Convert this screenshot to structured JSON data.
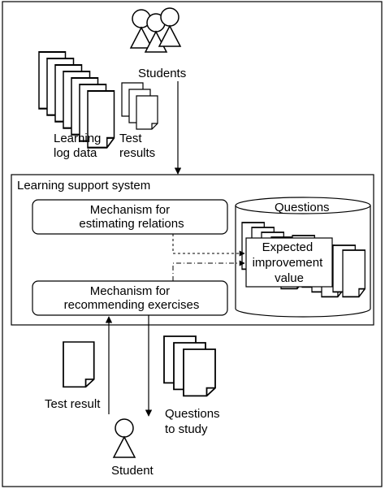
{
  "labels": {
    "students": "Students",
    "learning_log_data": [
      "Learning",
      "log data"
    ],
    "test_results": [
      "Test",
      "results"
    ],
    "system_title": "Learning support system",
    "estimating_mechanism": [
      "Mechanism for",
      "estimating relations"
    ],
    "recommending_mechanism": [
      "Mechanism for",
      "recommending exercises"
    ],
    "questions_db": "Questions",
    "expected_improvement": [
      "Expected",
      "improvement",
      "value"
    ],
    "test_result": "Test result",
    "questions_to_study": [
      "Questions",
      "to study"
    ],
    "student": "Student"
  }
}
